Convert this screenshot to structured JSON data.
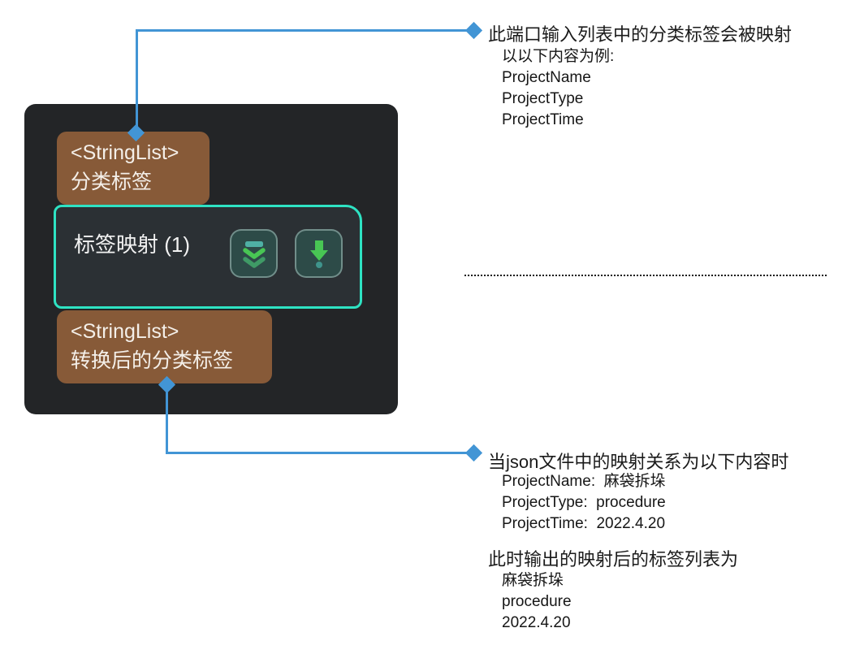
{
  "node": {
    "input_port": {
      "type": "<StringList>",
      "label": "分类标签"
    },
    "procedure": {
      "title": "标签映射 (1)",
      "buttons": [
        {
          "name": "collapse-button",
          "icon": "collapse-double-chevron-icon"
        },
        {
          "name": "output-button",
          "icon": "output-arrow-icon"
        }
      ]
    },
    "output_port": {
      "type": "<StringList>",
      "label": "转换后的分类标签"
    }
  },
  "annotations": {
    "top": {
      "heading": "此端口输入列表中的分类标签会被映射",
      "lines": [
        "以以下内容为例:",
        "ProjectName",
        "ProjectType",
        "ProjectTime"
      ]
    },
    "bottom": {
      "heading": "当json文件中的映射关系为以下内容时",
      "mapping_lines": [
        "ProjectName:  麻袋拆垛",
        "ProjectType:  procedure",
        "ProjectTime:  2022.4.20"
      ],
      "result_heading": "此时输出的映射后的标签列表为",
      "result_lines": [
        "麻袋拆垛",
        "procedure",
        "2022.4.20"
      ]
    }
  },
  "colors": {
    "node_bg": "#232527",
    "procedure_bg": "#2b3034",
    "accent_teal": "#2ee3c3",
    "port_brown": "#875a38",
    "button_bg": "#2d4b48",
    "connector_blue": "#4295d5",
    "icon_green": "#48c654",
    "icon_dim_green": "#3f9a66",
    "icon_teal": "#4fb0a5",
    "annotation_text": "#1b1b1b"
  }
}
